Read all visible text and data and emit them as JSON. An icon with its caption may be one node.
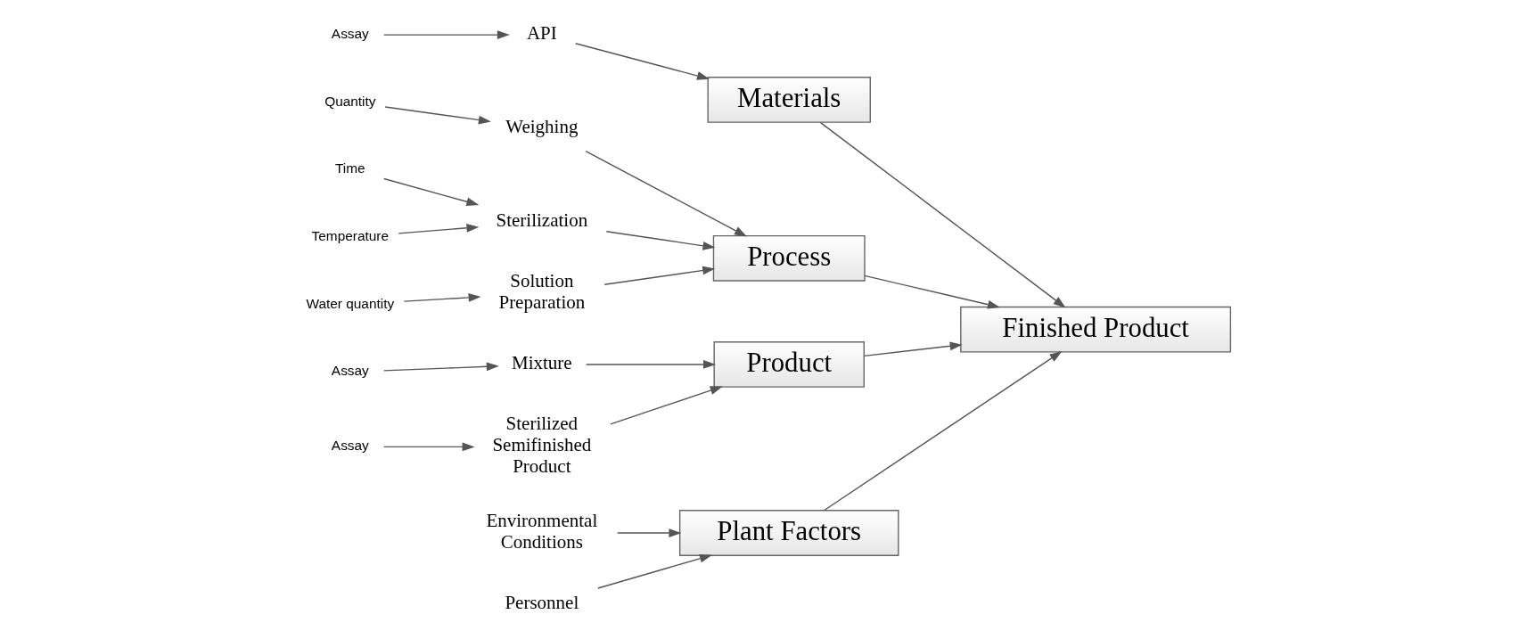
{
  "diagram": {
    "nodes": [
      {
        "text": [
          "Plant Factors"
        ]
      },
      {
        "text": [
          "Materials"
        ]
      },
      {
        "text": [
          "Environmental Conditions"
        ]
      },
      {
        "text": [
          "Personnel"
        ]
      },
      {
        "text": [
          "Assay"
        ]
      },
      {
        "text": [
          "API"
        ]
      },
      {
        "text": [
          "Finished Product"
        ]
      },
      {
        "text": [
          "Quantity"
        ]
      },
      {
        "text": [
          "Weighing"
        ]
      },
      {
        "text": [
          "Time"
        ]
      },
      {
        "text": [
          "Temperature"
        ]
      },
      {
        "text": [
          "Sterilization"
        ]
      },
      {
        "text": [
          "Water quantity"
        ]
      },
      {
        "text": [
          "Solution Preparation"
        ]
      },
      {
        "text": [
          "Assay"
        ]
      },
      {
        "text": [
          "Mixture"
        ]
      },
      {
        "text": [
          "Assay"
        ]
      },
      {
        "text": [
          "Sterilized Semifinished Product"
        ]
      },
      {
        "text": [
          "Process"
        ]
      },
      {
        "text": [
          "Product"
        ]
      }
    ],
    "edges": [
      {
        "from": 0,
        "to": 6,
        "arrow": "to"
      },
      {
        "from": 1,
        "to": 6,
        "arrow": "to"
      },
      {
        "from": 18,
        "to": 6,
        "arrow": "to"
      },
      {
        "from": 19,
        "to": 6,
        "arrow": "to"
      },
      {
        "from": 2,
        "to": 0,
        "arrow": "to"
      },
      {
        "from": 3,
        "to": 0,
        "arrow": "to"
      },
      {
        "from": 5,
        "to": 1,
        "arrow": "to"
      },
      {
        "from": 4,
        "to": 5,
        "arrow": "to"
      },
      {
        "from": 8,
        "to": 18,
        "arrow": "to"
      },
      {
        "from": 7,
        "to": 8,
        "arrow": "to"
      },
      {
        "from": 11,
        "to": 18,
        "arrow": "to"
      },
      {
        "from": 9,
        "to": 11,
        "arrow": "to"
      },
      {
        "from": 10,
        "to": 11,
        "arrow": "to"
      },
      {
        "from": 13,
        "to": 18,
        "arrow": "to"
      },
      {
        "from": 12,
        "to": 13,
        "arrow": "to"
      },
      {
        "from": 15,
        "to": 19,
        "arrow": "to"
      },
      {
        "from": 14,
        "to": 15,
        "arrow": "to"
      },
      {
        "from": 17,
        "to": 19,
        "arrow": "to"
      },
      {
        "from": 16,
        "to": 17,
        "arrow": "to"
      }
    ]
  }
}
